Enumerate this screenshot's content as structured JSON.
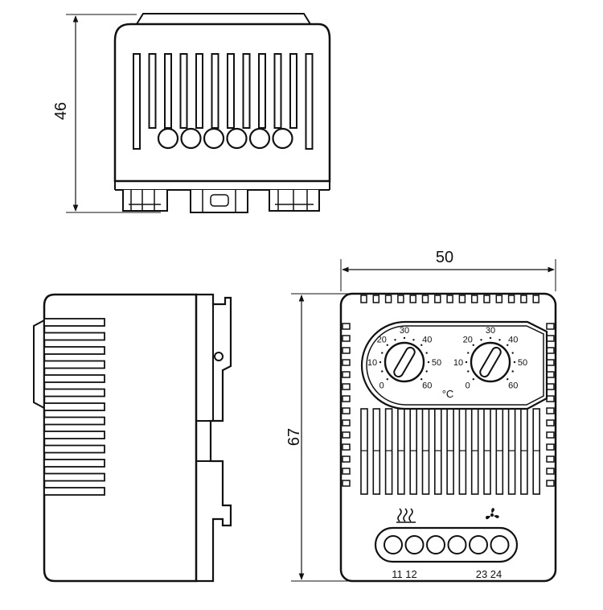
{
  "dimensions": {
    "height_top_view": "46",
    "width_front_view": "50",
    "height_front_view": "67"
  },
  "dial_left": {
    "scale": [
      "0",
      "10",
      "20",
      "30",
      "40",
      "50",
      "60"
    ]
  },
  "dial_right": {
    "scale": [
      "0",
      "10",
      "20",
      "30",
      "40",
      "50",
      "60"
    ]
  },
  "unit_label": "°C",
  "symbols": {
    "heater": "heater-icon",
    "fan": "fan-icon"
  },
  "terminals": {
    "left_pair": "11 12",
    "right_pair": "23 24"
  },
  "colors": {
    "line": "#111111",
    "background": "#ffffff"
  }
}
